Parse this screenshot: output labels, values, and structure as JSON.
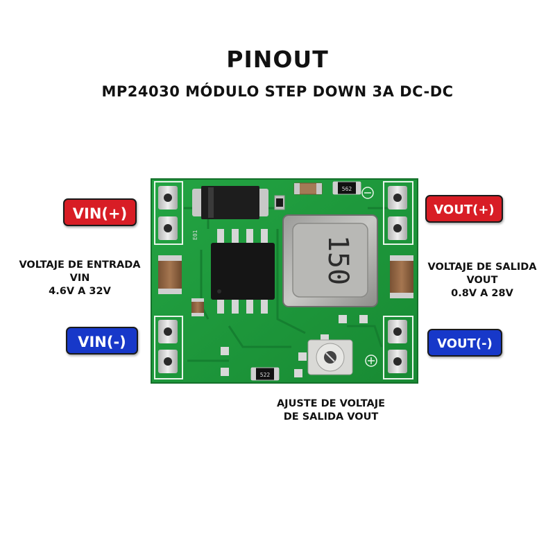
{
  "header": {
    "title": "PINOUT",
    "subtitle": "MP24030 MÓDULO STEP DOWN 3A DC-DC"
  },
  "pins": {
    "vin_plus": "VIN(+)",
    "vin_minus": "VIN(-)",
    "vout_plus": "VOUT(+)",
    "vout_minus": "VOUT(-)"
  },
  "labels": {
    "input": [
      "VOLTAJE DE ENTRADA",
      "VIN",
      "4.6V A 32V"
    ],
    "output": [
      "VOLTAJE DE SALIDA",
      "VOUT",
      "0.8V A 28V"
    ],
    "adjust": [
      "AJUSTE DE VOLTAJE",
      "DE SALIDA VOUT"
    ]
  },
  "board": {
    "inductor_marking": "150",
    "resistor_top_marking": "562",
    "resistor_bottom_marking": "522",
    "diode_marking": "E01"
  },
  "colors": {
    "pcb_green": "#1f9a3b",
    "badge_red": "#d81d25",
    "badge_blue": "#1738c9"
  }
}
